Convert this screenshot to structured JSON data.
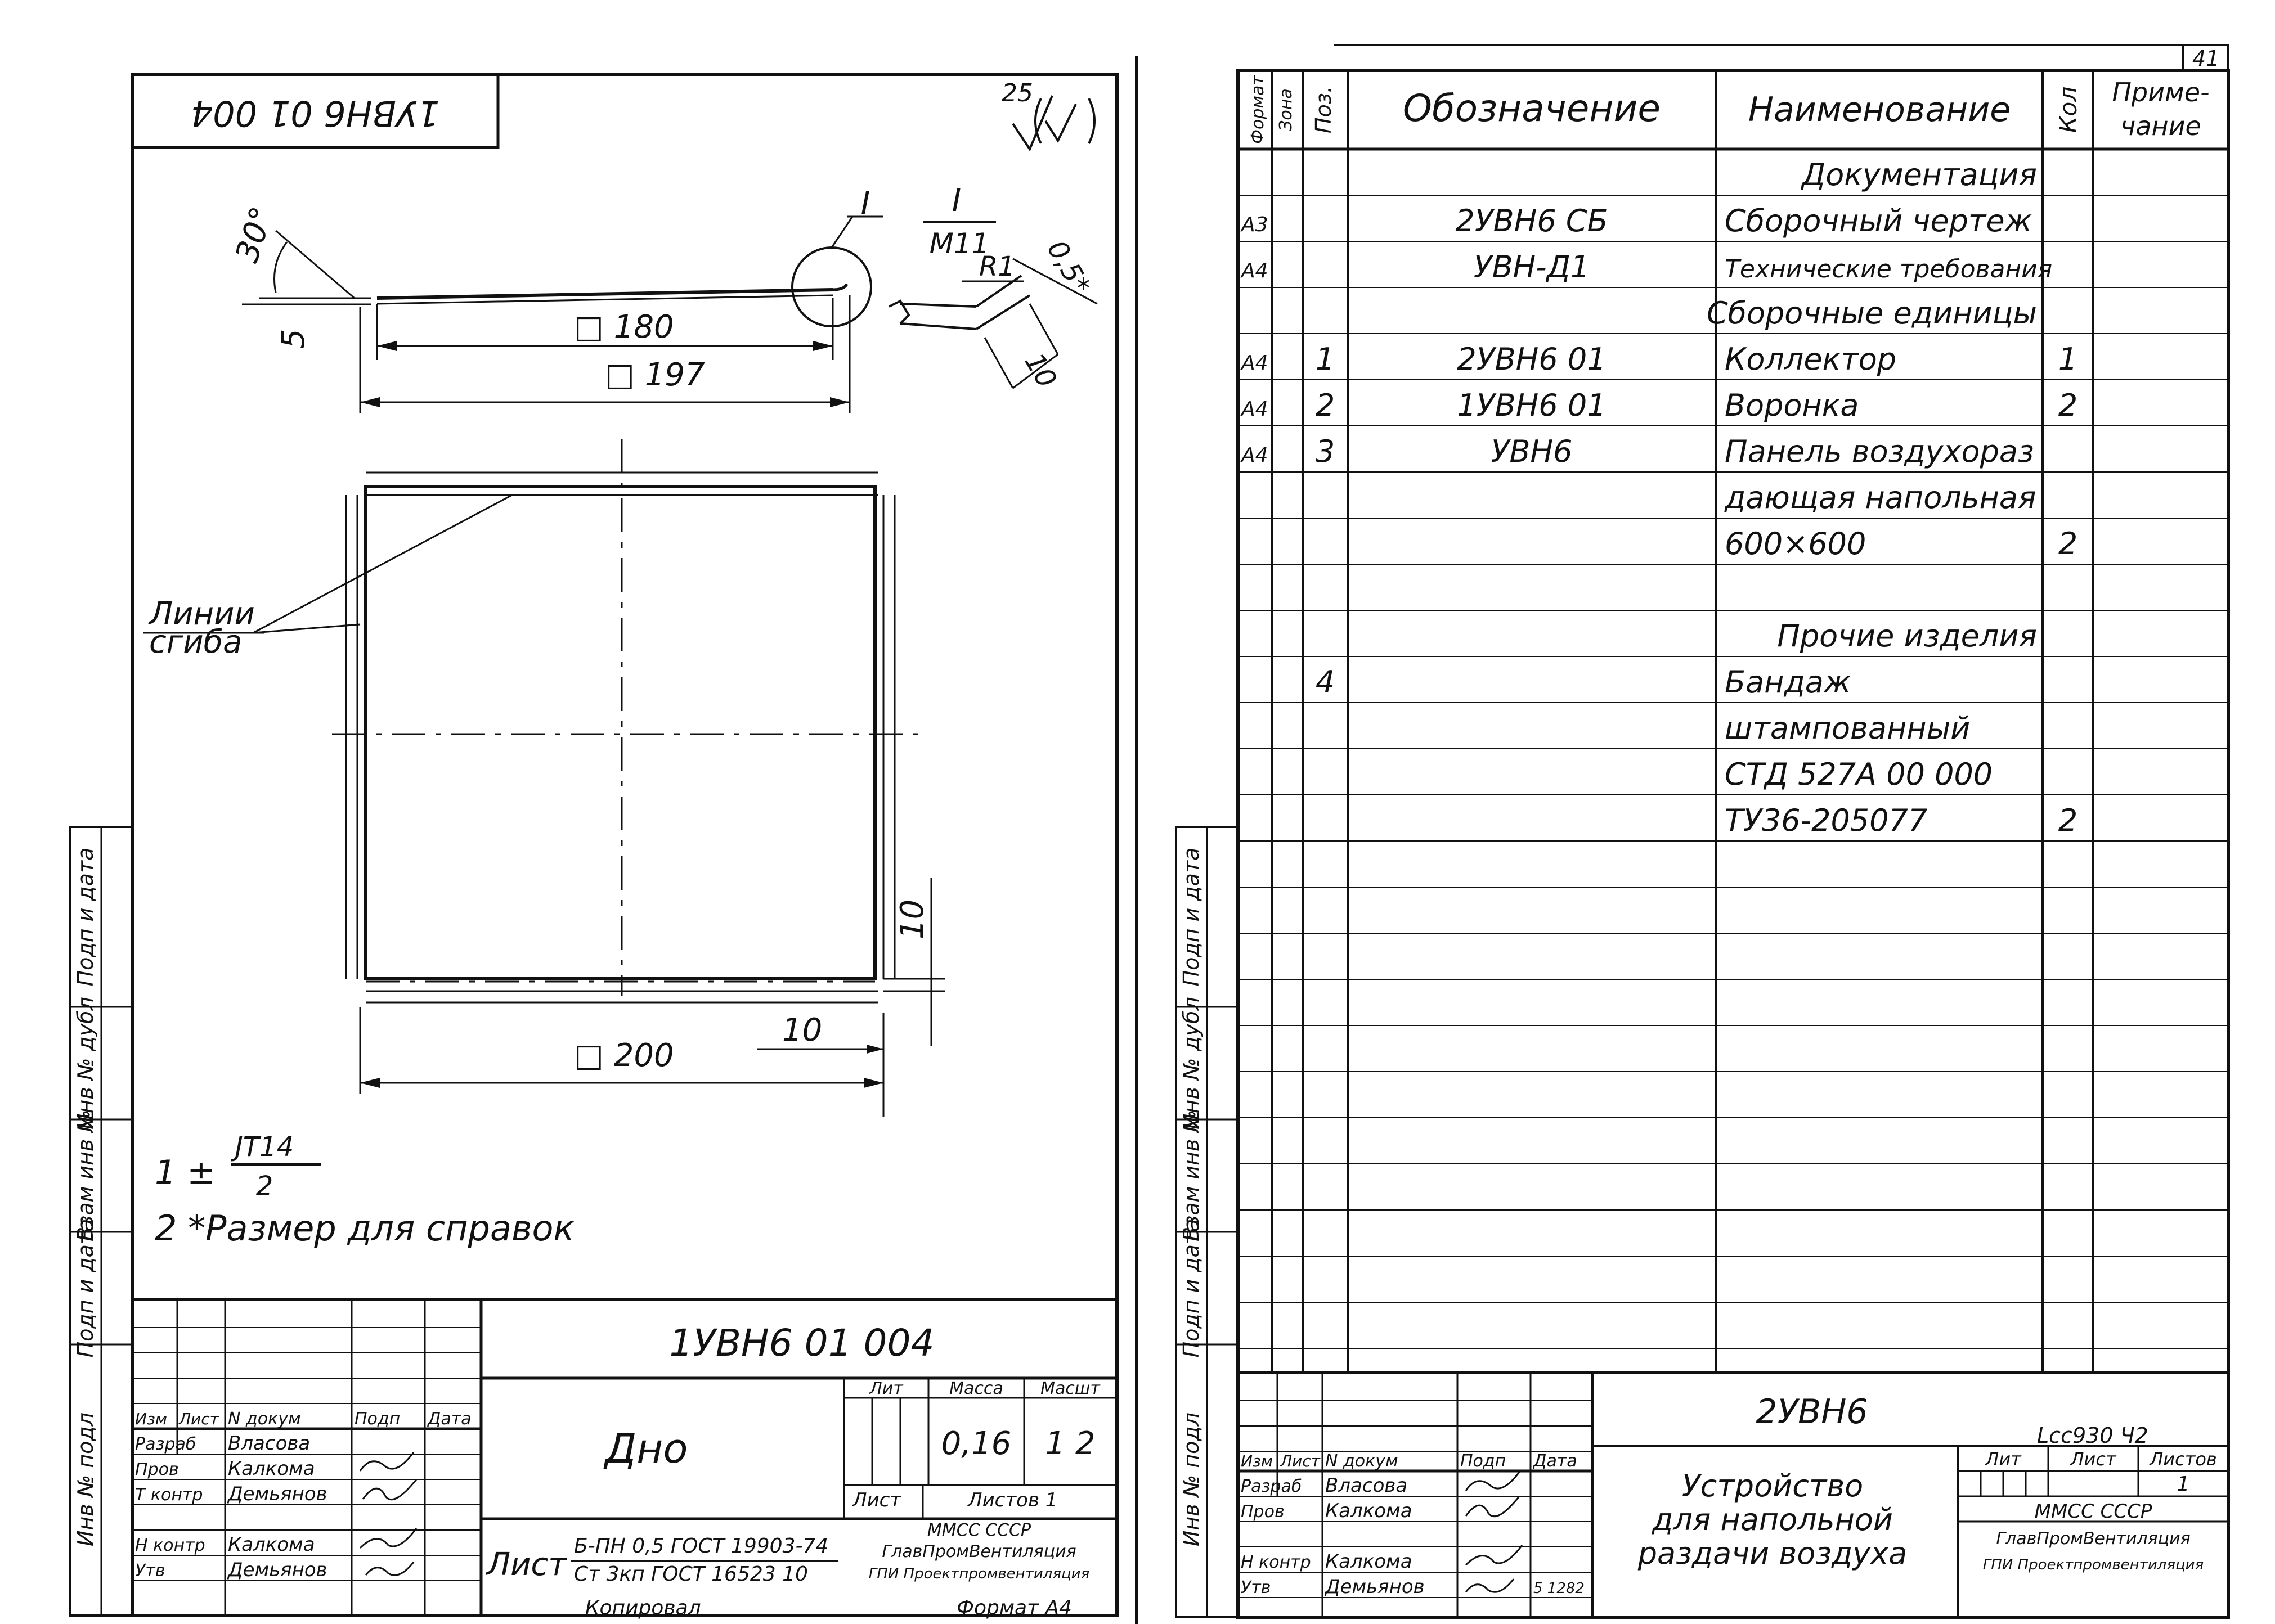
{
  "left": {
    "stamp_number": "1УВН6 01 004",
    "roughness": "25",
    "dims": {
      "angle": "30°",
      "five": "5",
      "d180": "□ 180",
      "d197": "□ 197",
      "d200": "□ 200",
      "d10a": "10",
      "d10b": "10",
      "d10c": "10",
      "r1": "R1",
      "half": "0,5*"
    },
    "detail": {
      "view": "I",
      "num": "I",
      "den": "M11"
    },
    "fold_label_1": "Линии",
    "fold_label_2": "сгиба",
    "notes": {
      "n1_prefix": "1 ±",
      "n1_num": "JT14",
      "n1_den": "2",
      "n2": "2 *Размер для справок"
    },
    "side_labels": [
      "Инв № подл",
      "Подп и дата",
      "Взам инв №",
      "Инв № дубл",
      "Подп и дата"
    ],
    "title_block": {
      "code": "1УВН6 01 004",
      "name": "Дно",
      "h_lit": "Лит",
      "h_massa": "Масса",
      "h_masht": "Масшт",
      "massa": "0,16",
      "masht": "1 2",
      "list": "Лист",
      "listov": "Листов 1",
      "org1": "ММСС СССР",
      "org2": "ГлавПромВентиляция",
      "org3": "ГПИ Проектпромвентиляция",
      "list_label": "Лист",
      "mat1": "Б-ПН 0,5 ГОСТ 19903-74",
      "mat2": "Ст 3кп ГОСТ 16523 10",
      "r_izm": "Изм",
      "r_list": "Лист",
      "r_ndok": "N докум",
      "r_podp": "Подп",
      "r_data": "Дата",
      "p_razrab": "Разраб",
      "n_razrab": "Власова",
      "p_prov": "Пров",
      "n_prov": "Калкома",
      "p_tkontr": "Т контр",
      "n_tkontr": "Демьянов",
      "p_nkontr": "Н контр",
      "n_nkontr": "Калкома",
      "p_utv": "Утв",
      "n_utv": "Демьянов",
      "kopiroval": "Копировал",
      "format": "Формат А4"
    }
  },
  "right": {
    "page_number": "41",
    "headers": {
      "format": "Формат",
      "zona": "Зона",
      "poz": "Поз.",
      "oboz": "Обозначение",
      "naim": "Наименование",
      "kol": "Кол",
      "prim1": "Приме-",
      "prim2": "чание"
    },
    "rows": [
      {
        "f": "",
        "p": "",
        "o": "",
        "n": "Документация",
        "k": "",
        "u": true
      },
      {
        "f": "А3",
        "p": "",
        "o": "2УВН6 СБ",
        "n": "Сборочный чертеж",
        "k": "",
        "u": false
      },
      {
        "f": "А4",
        "p": "",
        "o": "УВН-Д1",
        "n": "Технические требования",
        "k": "",
        "u": false
      },
      {
        "f": "",
        "p": "",
        "o": "",
        "n": "Сборочные единицы",
        "k": "",
        "u": true
      },
      {
        "f": "А4",
        "p": "1",
        "o": "2УВН6 01",
        "n": "Коллектор",
        "k": "1",
        "u": false
      },
      {
        "f": "А4",
        "p": "2",
        "o": "1УВН6 01",
        "n": "Воронка",
        "k": "2",
        "u": false
      },
      {
        "f": "А4",
        "p": "3",
        "o": "УВН6",
        "n": "Панель воздухораз",
        "k": "",
        "u": false
      },
      {
        "f": "",
        "p": "",
        "o": "",
        "n": "дающая напольная",
        "k": "",
        "u": false
      },
      {
        "f": "",
        "p": "",
        "o": "",
        "n": "600×600",
        "k": "2",
        "u": false
      },
      {
        "f": "",
        "p": "",
        "o": "",
        "n": "",
        "k": "",
        "u": false
      },
      {
        "f": "",
        "p": "",
        "o": "",
        "n": "Прочие изделия",
        "k": "",
        "u": true
      },
      {
        "f": "",
        "p": "4",
        "o": "",
        "n": "Бандаж",
        "k": "",
        "u": false
      },
      {
        "f": "",
        "p": "",
        "o": "",
        "n": "штампованный",
        "k": "",
        "u": false
      },
      {
        "f": "",
        "p": "",
        "o": "",
        "n": "СТД 527А 00 000",
        "k": "",
        "u": false
      },
      {
        "f": "",
        "p": "",
        "o": "",
        "n": "ТУ36-205077",
        "k": "2",
        "u": false
      }
    ],
    "side_labels": [
      "Инв № подл",
      "Подп и дата",
      "Взам инв №",
      "Инв № дубл",
      "Подп и дата"
    ],
    "title_block": {
      "code": "2УВН6",
      "stamp": "Lсс930 Ч2",
      "name1": "Устройство",
      "name2": "для напольной",
      "name3": "раздачи воздуха",
      "h_lit": "Лит",
      "h_list": "Лист",
      "h_listov": "Листов",
      "listov": "1",
      "org1": "ММСС СССР",
      "org2": "ГлавПромВентиляция",
      "org3": "ГПИ Проектпромвентиляция",
      "r_izm": "Изм",
      "r_list": "Лист",
      "r_ndok": "N докум",
      "r_podp": "Подп",
      "r_data": "Дата",
      "p_razrab": "Разраб",
      "n_razrab": "Власова",
      "p_prov": "Пров",
      "n_prov": "Калкома",
      "p_nkontr": "Н контр",
      "n_nkontr": "Калкома",
      "p_utv": "Утв",
      "n_utv": "Демьянов",
      "date": "5 1282"
    }
  }
}
